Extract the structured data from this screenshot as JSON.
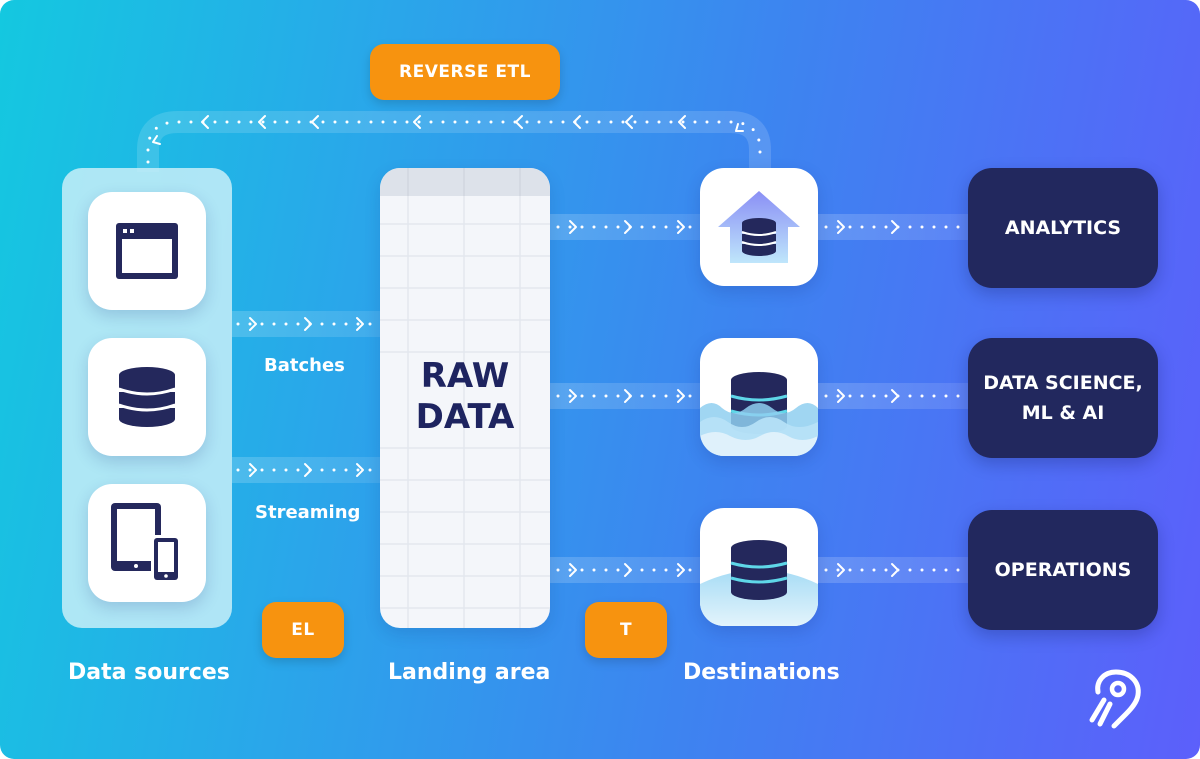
{
  "tags": {
    "reverse_etl": "REVERSE ETL",
    "el": "EL",
    "t": "T"
  },
  "flow_labels": {
    "batches": "Batches",
    "streaming": "Streaming"
  },
  "landing": {
    "title_line1": "RAW",
    "title_line2": "DATA"
  },
  "destinations": {
    "analytics": "ANALYTICS",
    "data_science_line1": "DATA SCIENCE,",
    "data_science_line2": "ML & AI",
    "operations": "OPERATIONS"
  },
  "column_labels": {
    "data_sources": "Data sources",
    "landing_area": "Landing area",
    "destinations": "Destinations"
  },
  "source_icons": [
    "browser-window-icon",
    "database-icon",
    "tablet-phone-icon"
  ],
  "storage_icons": [
    "warehouse-icon",
    "data-lake-icon",
    "database-wave-icon"
  ],
  "brand_logo": "airbyte-logo-icon",
  "colors": {
    "accent_orange": "#f7930f",
    "navy": "#22285e",
    "icon_navy": "#24285c",
    "icon_teal": "#5fd7e8"
  }
}
